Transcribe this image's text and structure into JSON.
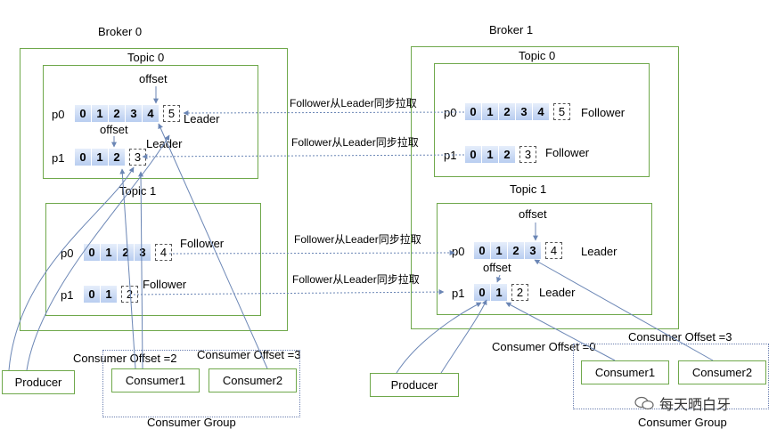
{
  "broker0": {
    "title": "Broker 0",
    "topic0": {
      "title": "Topic 0",
      "p0": {
        "label": "p0",
        "cells": [
          "0",
          "1",
          "2",
          "3",
          "4"
        ],
        "next": "5",
        "role": "Leader",
        "offset_label": "offset"
      },
      "p1": {
        "label": "p1",
        "cells": [
          "0",
          "1",
          "2"
        ],
        "next": "3",
        "role": "Leader",
        "offset_label": "offset"
      }
    },
    "topic1": {
      "title": "Topic 1",
      "p0": {
        "label": "p0",
        "cells": [
          "0",
          "1",
          "2",
          "3"
        ],
        "next": "4",
        "role": "Follower"
      },
      "p1": {
        "label": "p1",
        "cells": [
          "0",
          "1"
        ],
        "next": "2",
        "role": "Follower"
      }
    },
    "producer": "Producer",
    "consumer1": "Consumer1",
    "consumer2": "Consumer2",
    "group_label": "Consumer Group",
    "offset_c1": "Consumer Offset =2",
    "offset_c2": "Consumer Offset =3"
  },
  "broker1": {
    "title": "Broker 1",
    "topic0": {
      "title": "Topic 0",
      "p0": {
        "label": "p0",
        "cells": [
          "0",
          "1",
          "2",
          "3",
          "4"
        ],
        "next": "5",
        "role": "Follower"
      },
      "p1": {
        "label": "p1",
        "cells": [
          "0",
          "1",
          "2"
        ],
        "next": "3",
        "role": "Follower"
      }
    },
    "topic1": {
      "title": "Topic 1",
      "p0": {
        "label": "p0",
        "cells": [
          "0",
          "1",
          "2",
          "3"
        ],
        "next": "4",
        "role": "Leader",
        "offset_label": "offset"
      },
      "p1": {
        "label": "p1",
        "cells": [
          "0",
          "1"
        ],
        "next": "2",
        "role": "Leader",
        "offset_label": "offset"
      }
    },
    "producer": "Producer",
    "consumer1": "Consumer1",
    "consumer2": "Consumer2",
    "group_label": "Consumer Group",
    "offset_c1": "Consumer Offset =0",
    "offset_c2": "Consumer Offset =3"
  },
  "sync_labels": [
    "Follower从Leader同步拉取",
    "Follower从Leader同步拉取",
    "Follower从Leader同步拉取",
    "Follower从Leader同步拉取"
  ],
  "watermark": "每天晒白牙",
  "colors": {
    "box_border": "#6fa84b",
    "cell_fill": "#b8cdf0",
    "line": "#6b86b5"
  }
}
